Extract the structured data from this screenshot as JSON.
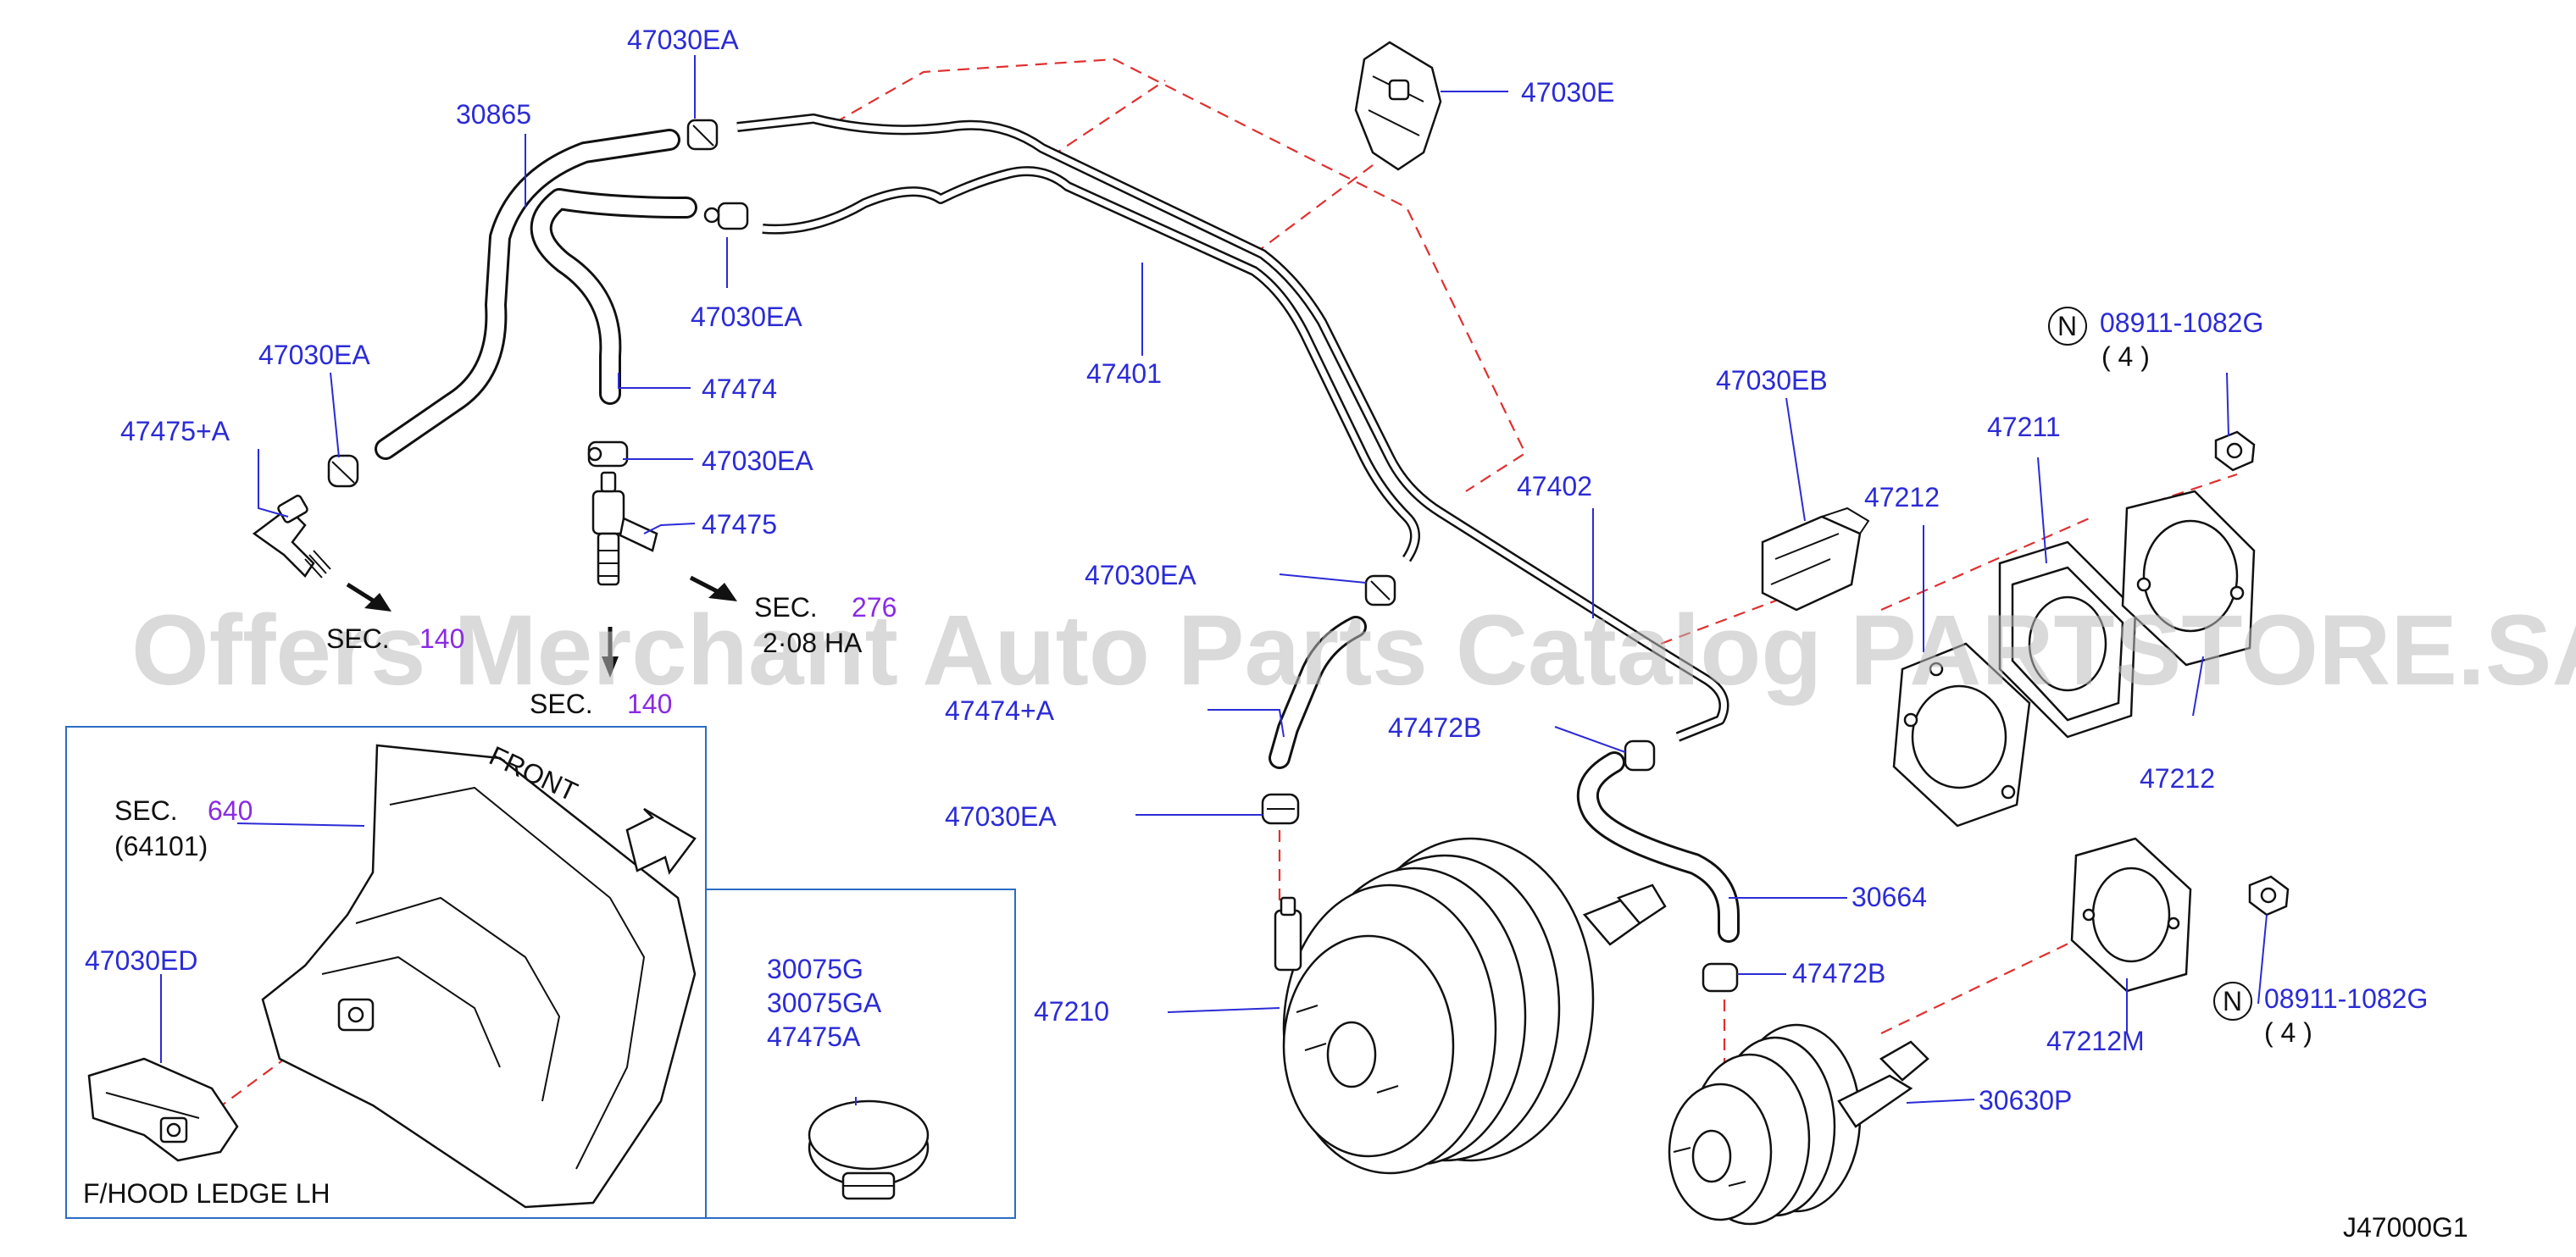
{
  "watermark": "Offers Merchant Auto Parts Catalog PARTSTORE.SA",
  "diagram_code": "J47000G1",
  "colors": {
    "label": "#2b2bd6",
    "section_number": "#8a2be2",
    "dashed_line": "#e03030",
    "box": "#2b6cc4",
    "watermark": "#bcbcbc"
  },
  "labels": {
    "p47030EA_top": "47030EA",
    "p30865": "30865",
    "p47030E": "47030E",
    "p47030EA_mid": "47030EA",
    "p47030EA_left": "47030EA",
    "p47475A": "47475+A",
    "p47474": "47474",
    "p47401": "47401",
    "p47030EA_b": "47030EA",
    "p47475": "47475",
    "p47030EB": "47030EB",
    "p08911_top": "08911-1082G",
    "qty_top": "( 4 )",
    "p47211": "47211",
    "p47402": "47402",
    "p47212_a": "47212",
    "p47030EA_c": "47030EA",
    "p47474A": "47474+A",
    "p47472B_a": "47472B",
    "p47212_b": "47212",
    "p47030EA_d": "47030EA",
    "p30664": "30664",
    "p47472B_b": "47472B",
    "p47210": "47210",
    "p47212M": "47212M",
    "p08911_bot": "08911-1082G",
    "qty_bot": "( 4 )",
    "p30630P": "30630P",
    "p47030ED": "47030ED",
    "p30075G": "30075G",
    "p30075GA": "30075GA",
    "p47475A_box": "47475A"
  },
  "notes": {
    "n_symbol": "N",
    "sec_word": "SEC.",
    "sec_140_a": "140",
    "sec_276": "276",
    "sec_276_sub": "2·08 HA",
    "sec_140_b": "140",
    "sec_640": "640",
    "sec_640_sub": "(64101)",
    "front": "FRONT",
    "fhood": "F/HOOD   LEDGE   LH"
  }
}
